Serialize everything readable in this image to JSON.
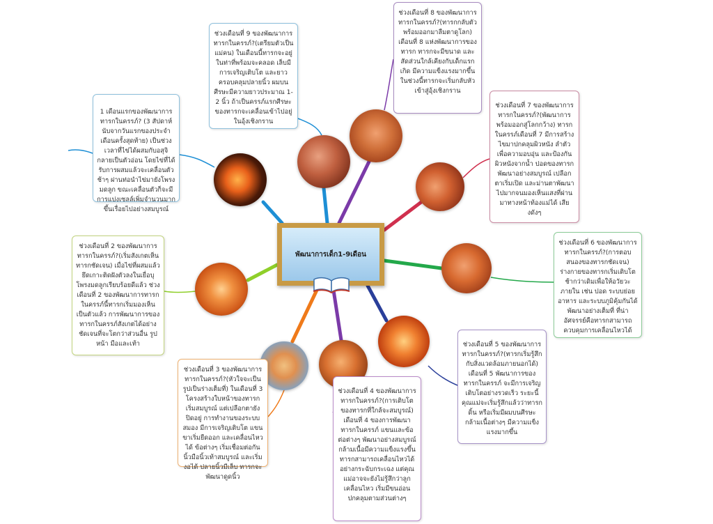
{
  "center": {
    "title": "พัฒนาการเด็ก1-9เดือน",
    "icon": "book-icon"
  },
  "nodes": {
    "m1": {
      "text": "1 เดือนแรกของพัฒนาการทารกในครรภ์? (3 สัปดาห์นับจากวันแรกของประจำเดือนครั้งสุดท้าย) เป็นช่วงเวลาที่ไข่ได้ผสมกับอสุจิกลายเป็นตัวอ่อน โดยไข่ที่ได้รับการผสมแล้วจะเคลื่อนตัวช้าๆ ผ่านท่อนำไข่มายังโพรงมดลูก ขณะเคลื่อนตัวก็จะมีการแบ่งเซลล์เพิ่มจำนวนมากขึ้นเรื่อยไปอย่างสมบูรณ์",
      "color": "#3b8fd0"
    },
    "m2": {
      "text": "ช่วงเดือนที่ 2 ของพัฒนาการทารกในครรภ์?(เริ่มสังเกตเห็นทารกชัดเจน) เมื่อไข่ที่ผสมแล้วยึดเกาะติดฝังตัวลงในเยื่อบุโพรงมดลูกเรียบร้อยดีแล้ว ช่วงเดือนที่ 2 ของพัฒนาการทารกในครรภ์นี้ทารกเริ่มมองเห็นเป็นตัวแล้ว การพัฒนาการของทารกในครรภ์สังเกตได้อย่างชัดเจนที่จะโตกว่าส่วนอื่น รูปหน้า มือและเท้า",
      "color": "#a9c94a"
    },
    "m3": {
      "text": "ช่วงเดือนที่ 3 ของพัฒนาการทารกในครรภ์?(หัวใจจะเป็นรูปเป็นร่างเต็มที่) ในเดือนที่ 3 โครงสร้างใบหน้าของทารกเริ่มสมบูรณ์ แต่เปลือกตายังปิดอยู่ การทำงานของระบบสมอง มีการเจริญเติบโต แขนขาเริ่มยืดออก และเคลื่อนไหวได้ ข้อต่างๆ เริ่มเชื่อมต่อกัน นิ้วมือนิ้วเท้าสมบูรณ์ และเริ่มงอได้ ปลายนิ้วมีเล็บ ทารกจะพัฒนาดูดนิ้ว",
      "color": "#e8892e"
    },
    "m4": {
      "text": "ช่วงเดือนที่ 4 ของพัฒนาการทารกในครรภ์?(การเติบโตของทารกที่ใกล้จะสมบูรณ์) เดือนที่ 4 ของการพัฒนาทารกในครรภ์ แขนและข้อต่อต่างๆ พัฒนาอย่างสมบูรณ์ กล้ามเนื้อมีความแข็งแรงขึ้น ทารกสามารถเคลื่อนไหวได้อย่างกระฉับกระเฉง แต่คุณแม่อาจจะยังไม่รู้สึกว่าลูกเคลื่อนไหว เริ่มมีขนอ่อนปกคลุมตามส่วนต่างๆ",
      "color": "#9b4fb0"
    },
    "m5": {
      "text": "ช่วงเดือนที่ 5 ของพัฒนาการทารกในครรภ์?(ทารกเริ่มรู้สึกกับสิ่งแวดล้อมภายนอกได้) เดือนที่ 5 พัฒนาการของทารกในครรภ์ จะมีการเจริญเติบโตอย่างรวดเร็ว ระยะนี้คุณแม่จะเริ่มรู้สึกแล้วว่าทารกดิ้น หรือเริ่มมีผมบนศีรษะ กล้ามเนื้อต่างๆ มีความแข็งแรงมากขึ้น",
      "color": "#7a5aa8"
    },
    "m6": {
      "text": "ช่วงเดือนที่ 6 ของพัฒนาการทารกในครรภ์?(การตอบสนองของทารกชัดเจน) ร่างกายของทารกเริ่มเติบโตช้ากว่าเดิมเพื่อให้อวัยวะภายใน เช่น ปอด ระบบย่อยอาหาร และระบบภูมิคุ้มกันได้พัฒนาอย่างเต็มที่ ที่น่าอัศจรรย์คือทารกสามารถควบคุมการเคลื่อนไหวได้",
      "color": "#5cb870"
    },
    "m7": {
      "text": "ช่วงเดือนที่ 7 ของพัฒนาการทารกในครรภ์?(พัฒนาการพร้อมออกสู่โลกกว้าง) ทารกในครรภ์เดือนที่ 7 มีการสร้างไขมาปกคลุมผิวหนัง ลำตัว เพื่อความอบอุ่น และป้องกันผิวหนังจากน้ำ ปอดของทารกพัฒนาอย่างสมบูรณ์ เปลือกตาเริ่มเปิด และม่านตาพัฒนาไปมากจนมองเห็นแสงที่ผ่านมาทางหน้าท้องแม่ได้ เสียงดังๆ",
      "color": "#c4537a"
    },
    "m8": {
      "text": "ช่วงเดือนที่ 8 ของพัฒนาการทารกในครรภ์?(ทารกกลับตัวพร้อมออกมาลืมตาดูโลก) เดือนที่ 8 แห่งพัฒนาการของทารก ทารกจะมีขนาด และสัดส่วนใกล้เคียงกับเด็กแรกเกิด มีความแข็งแรงมากขึ้น ในช่วงนี้ทารกจะเริ่มกลับหัวเข้าสู่อุ้งเชิงกราน",
      "color": "#8a5aa0"
    },
    "m9": {
      "text": "ช่วงเดือนที่ 9 ของพัฒนาการทารกในครรภ์?(เตรียมตัวเป็นแม่คน) ในเดือนนี้ทารกจะอยู่ในท่าที่พร้อมจะคลอด เล็บมีการเจริญเติบโต และยาวครอบคลุมปลายนิ้ว ผมบนศีรษะมีความยาวประมาณ 1-2 นิ้ว ถ้าเป็นครรภ์แรกศีรษะของทารกจะเคลื่อนเข้าไปอยู่ในอุ้งเชิงกราน",
      "color": "#4a9ad0"
    }
  }
}
